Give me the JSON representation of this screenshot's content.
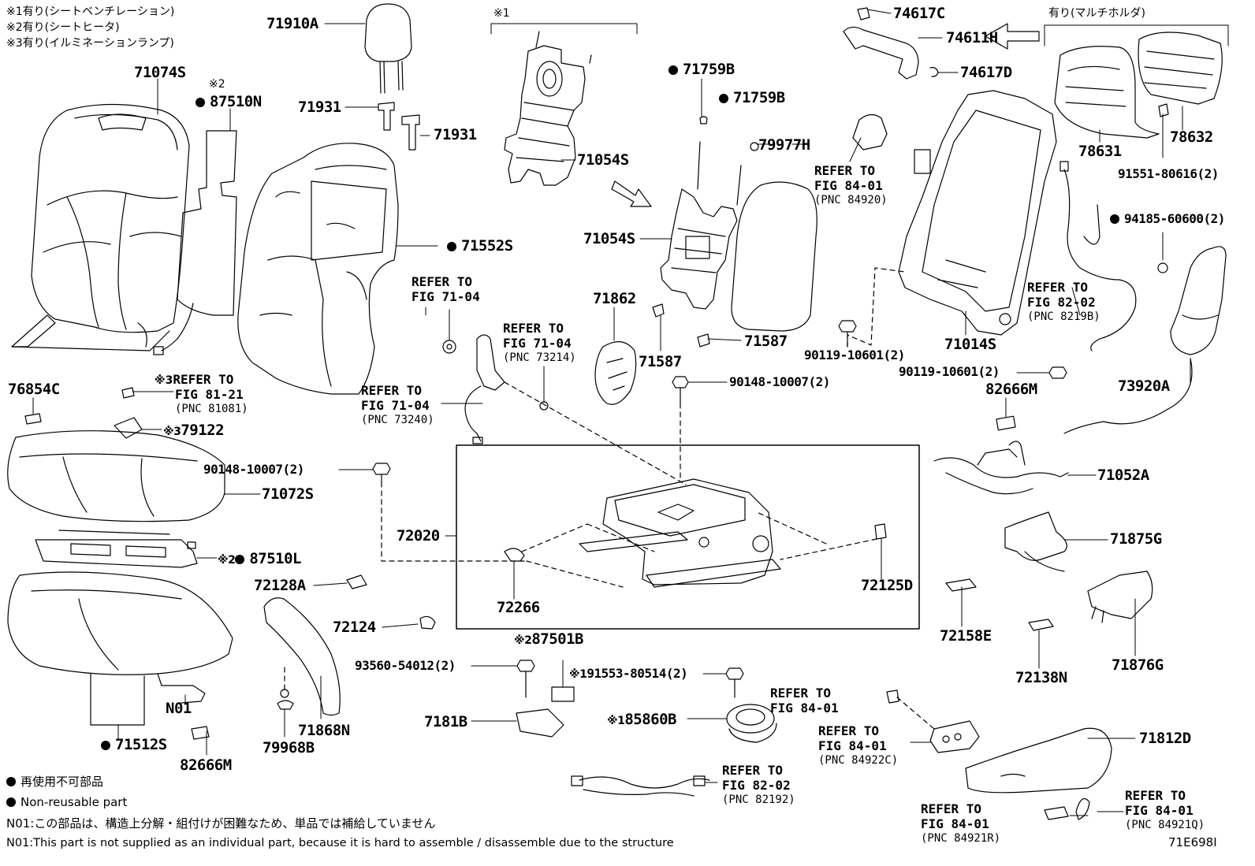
{
  "notes": [
    "※1有り(シートベンチレーション)",
    "※2有り(シートヒータ)",
    "※3有り(イルミネーションランプ)"
  ],
  "marks": {
    "m1": "※1",
    "m2": "※2",
    "m3": "※3"
  },
  "parts": {
    "p71910A": "71910A",
    "p71074S": "71074S",
    "p87510N": "87510N",
    "p71931a": "71931",
    "p71931b": "71931",
    "p71552S": "71552S",
    "p71054Sa": "71054S",
    "p71054Sb": "71054S",
    "p71759Ba": "71759B",
    "p71759Bb": "71759B",
    "p79977H": "79977H",
    "p71862": "71862",
    "p71587a": "71587",
    "p71587b": "71587",
    "p90148a": "90148-10007(2)",
    "p90148b": "90148-10007(2)",
    "p74617C": "74617C",
    "p74611H": "74611H",
    "p74617D": "74617D",
    "p78631": "78631",
    "p78632": "78632",
    "p91551": "91551-80616(2)",
    "p94185": "94185-60600(2)",
    "p71014S": "71014S",
    "p90119a": "90119-10601(2)",
    "p90119b": "90119-10601(2)",
    "p82666Ma": "82666M",
    "p73920A": "73920A",
    "p71052A": "71052A",
    "p71875G": "71875G",
    "p71876G": "71876G",
    "p72158E": "72158E",
    "p72138N": "72138N",
    "p71812D": "71812D",
    "p76854C": "76854C",
    "p79122": "79122",
    "p71072S": "71072S",
    "p87510L": "87510L",
    "p72128A": "72128A",
    "p72124": "72124",
    "p72020": "72020",
    "p72266": "72266",
    "p72125D": "72125D",
    "p87501B": "87501B",
    "p93560": "93560-54012(2)",
    "p91553": "91553-80514(2)",
    "p7181B": "7181B",
    "p85860B": "85860B",
    "pN01": "N01",
    "p71512S": "71512S",
    "p82666Mb": "82666M",
    "p71868N": "71868N",
    "p79968B": "79968B"
  },
  "refs": {
    "r1": {
      "l1": "REFER TO",
      "l2": "FIG 71-04",
      "pnc": ""
    },
    "r2": {
      "l1": "REFER TO",
      "l2": "FIG 71-04",
      "pnc": "(PNC 73214)"
    },
    "r3": {
      "l1": "REFER TO",
      "l2": "FIG 71-04",
      "pnc": "(PNC 73240)"
    },
    "r4": {
      "l1": "REFER TO",
      "l2": "FIG 81-21",
      "pnc": "(PNC 81081)"
    },
    "r5": {
      "l1": "REFER TO",
      "l2": "FIG 84-01",
      "pnc": "(PNC 84920)"
    },
    "r6": {
      "l1": "REFER TO",
      "l2": "FIG 82-02",
      "pnc": "(PNC 8219B)"
    },
    "r7": {
      "l1": "REFER TO",
      "l2": "FIG 84-01",
      "pnc": ""
    },
    "r8": {
      "l1": "REFER TO",
      "l2": "FIG 84-01",
      "pnc": "(PNC 84922C)"
    },
    "r9": {
      "l1": "REFER TO",
      "l2": "FIG 82-02",
      "pnc": "(PNC 82192)"
    },
    "r10": {
      "l1": "REFER TO",
      "l2": "FIG 84-01",
      "pnc": "(PNC 84921R)"
    },
    "r11": {
      "l1": "REFER TO",
      "l2": "FIG 84-01",
      "pnc": "(PNC 84921Q)"
    }
  },
  "multi_holder": "有り(マルチホルダ)",
  "legend": {
    "jp": "再使用不可部品",
    "en": "Non-reusable part",
    "n01_jp": "N01:この部品は、構造上分解・組付けが困難なため、単品では補給していません",
    "n01_en": "N01:This part is not supplied as an individual part, because it is hard to assemble / disassemble due to the structure"
  },
  "figure_id": "71E698I"
}
